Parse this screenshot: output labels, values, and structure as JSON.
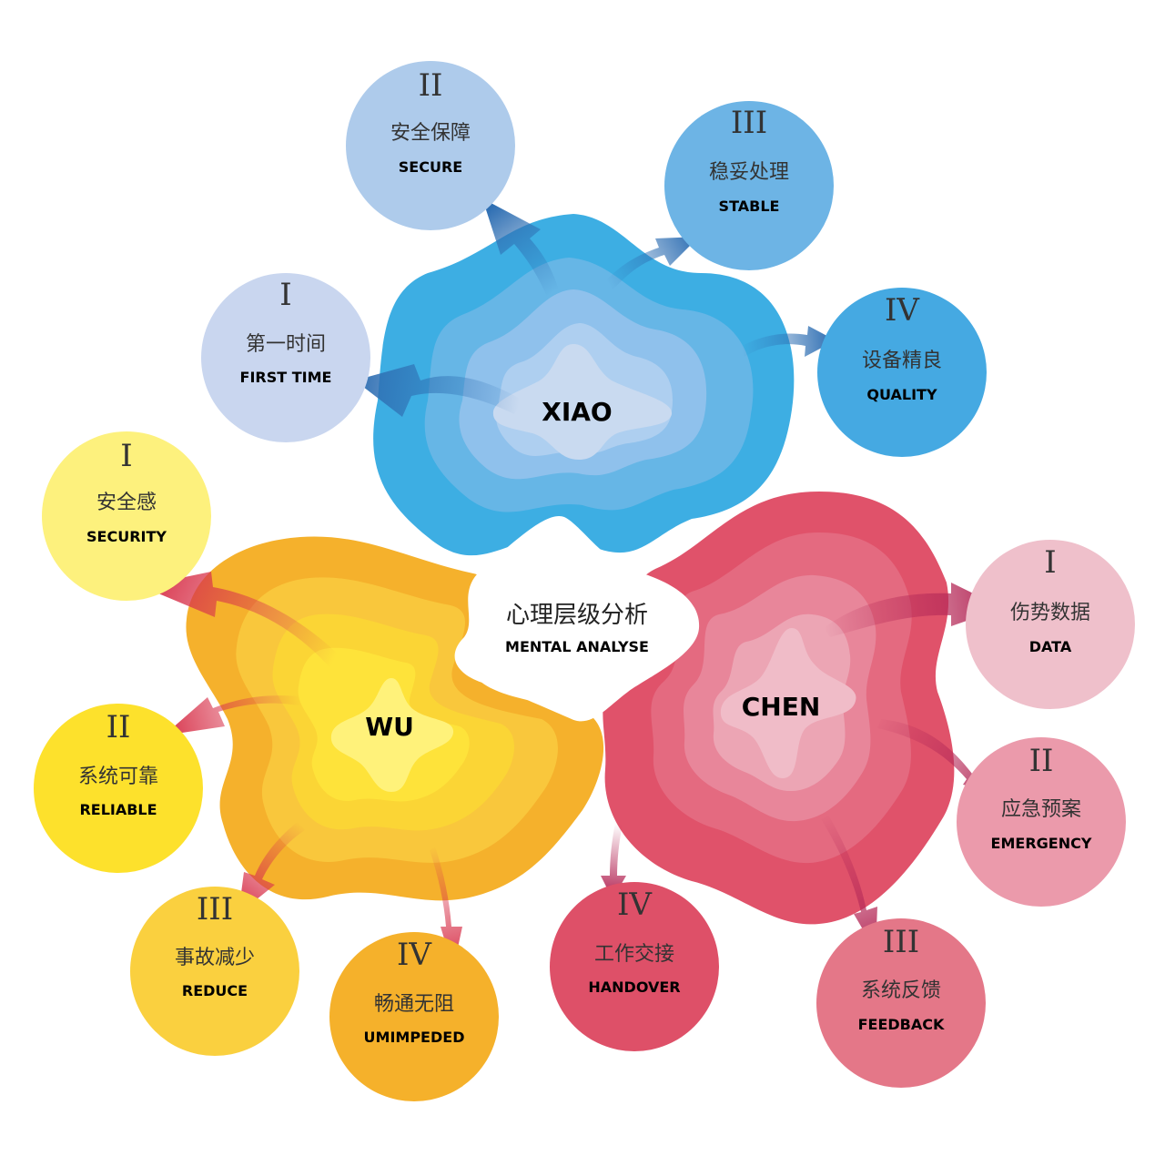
{
  "center": {
    "title_cn": "心理层级分析",
    "title_en": "MENTAL ANALYSE"
  },
  "hubs": [
    {
      "label": "XIAO",
      "colors": [
        "#3daee3",
        "#66b6e6",
        "#8fc1ec",
        "#aecff0",
        "#c9daf0"
      ]
    },
    {
      "label": "WU",
      "colors": [
        "#f5b12c",
        "#f9c73c",
        "#fbd535",
        "#fee33a",
        "#fff27a"
      ]
    },
    {
      "label": "CHEN",
      "colors": [
        "#e0526a",
        "#e46a80",
        "#e8869a",
        "#eca5b4",
        "#f0bcc8"
      ]
    }
  ],
  "nodes": [
    {
      "group": "xiao",
      "roman": "I",
      "cn": "第一时间",
      "en": "FIRST TIME",
      "color": "#c9d6ef"
    },
    {
      "group": "xiao",
      "roman": "II",
      "cn": "安全保障",
      "en": "SECURE",
      "color": "#aecbeb"
    },
    {
      "group": "xiao",
      "roman": "III",
      "cn": "稳妥处理",
      "en": "STABLE",
      "color": "#6db4e5"
    },
    {
      "group": "xiao",
      "roman": "IV",
      "cn": "设备精良",
      "en": "QUALITY",
      "color": "#45a9e2"
    },
    {
      "group": "wu",
      "roman": "I",
      "cn": "安全感",
      "en": "SECURITY",
      "color": "#fdf17d"
    },
    {
      "group": "wu",
      "roman": "II",
      "cn": "系统可靠",
      "en": "RELIABLE",
      "color": "#fde12c"
    },
    {
      "group": "wu",
      "roman": "III",
      "cn": "事故减少",
      "en": "REDUCE",
      "color": "#fad03f"
    },
    {
      "group": "wu",
      "roman": "IV",
      "cn": "畅通无阻",
      "en": "UMIMPEDED",
      "color": "#f5b12b"
    },
    {
      "group": "chen",
      "roman": "I",
      "cn": "伤势数据",
      "en": "DATA",
      "color": "#efc0cb"
    },
    {
      "group": "chen",
      "roman": "II",
      "cn": "应急预案",
      "en": "EMERGENCY",
      "color": "#eb9aab"
    },
    {
      "group": "chen",
      "roman": "III",
      "cn": "系统反馈",
      "en": "FEEDBACK",
      "color": "#e47788"
    },
    {
      "group": "chen",
      "roman": "IV",
      "cn": "工作交接",
      "en": "HANDOVER",
      "color": "#de5068"
    }
  ],
  "arrow_colors": {
    "xiao": "#2f6fb3",
    "wu": "#d8344c",
    "chen": "#b52a58"
  }
}
